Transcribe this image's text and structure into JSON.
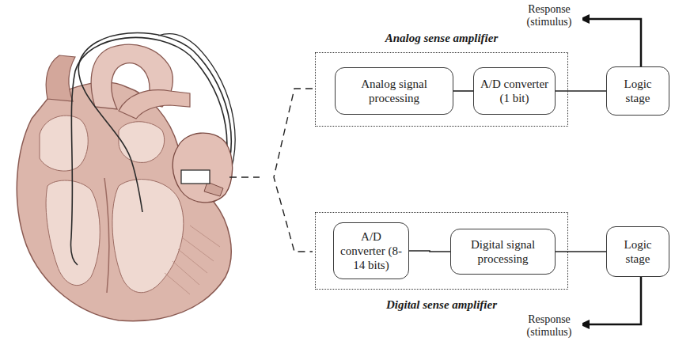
{
  "diagram": {
    "nodes": [
      {
        "text": [
          "Analog sense amplifier"
        ]
      },
      {
        "text": [
          "Analog signal processing"
        ],
        "in": 0
      },
      {
        "text": [
          "A/D converter (1 bit)"
        ],
        "in": 0
      },
      {
        "text": [
          "Logic stage"
        ]
      },
      {
        "text": [
          "Digital sense amplifier"
        ]
      },
      {
        "text": [
          "A/D converter (8-14 bits)"
        ],
        "in": 4
      },
      {
        "text": [
          "Digital signal processing"
        ],
        "in": 4
      },
      {
        "text": [
          "Logic stage"
        ]
      }
    ],
    "edges": [
      {
        "from": 1,
        "to": 2,
        "arrow": "none"
      },
      {
        "from": 2,
        "to": 3,
        "arrow": "none"
      },
      {
        "from": 5,
        "to": 6,
        "arrow": "none"
      },
      {
        "from": 6,
        "to": 7,
        "arrow": "none"
      }
    ],
    "labels": [
      "Response (stimulus)",
      "Response (stimulus)"
    ]
  }
}
